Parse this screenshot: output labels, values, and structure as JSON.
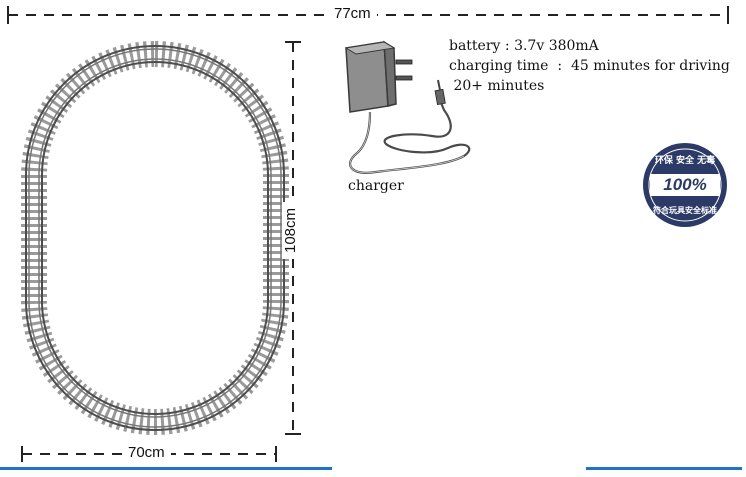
{
  "dimensions": {
    "width_total": "77cm",
    "height_track": "108cm",
    "width_track": "70cm"
  },
  "specs": {
    "battery": "battery : 3.7v 380mA",
    "charging": "charging time  :  45 minutes for driving",
    "driving": " 20+ minutes"
  },
  "charger": {
    "label": "charger",
    "icon": "wall-charger-icon"
  },
  "badge": {
    "top_text": "环保 安全 无毒",
    "center_text": "100%",
    "bottom_text": "符合玩具安全标准",
    "color": "#2b3a66"
  },
  "colors": {
    "dimension_line": "#222222",
    "track_rail": "#555555",
    "track_tie": "#8a8a8a",
    "accent_line": "#1e73c8"
  },
  "track": {
    "icon": "oval-train-track-icon"
  }
}
